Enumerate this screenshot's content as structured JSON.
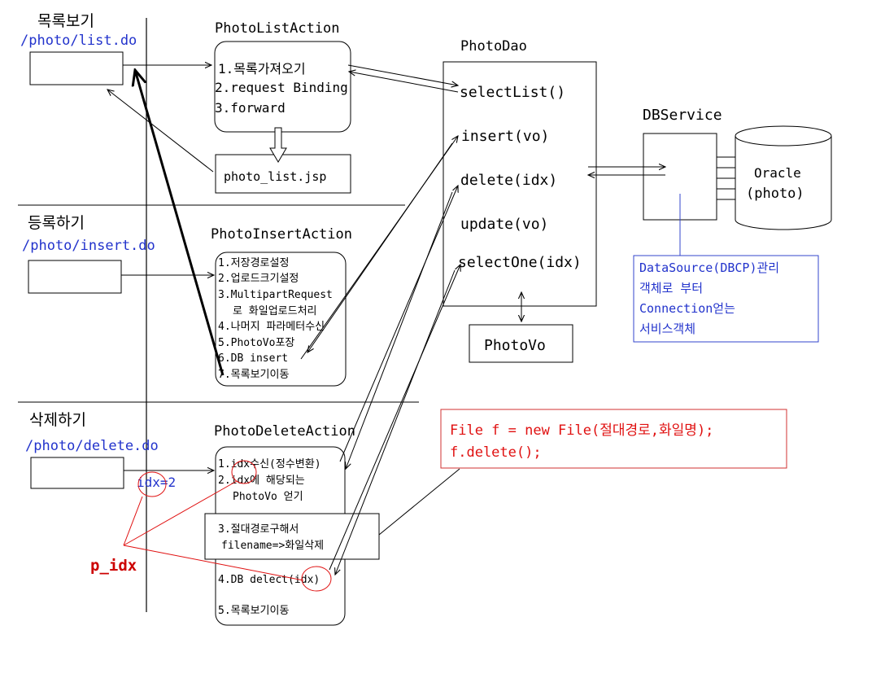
{
  "colors": {
    "ink": "#000000",
    "blue": "#2233cc",
    "red": "#e01010",
    "darkred": "#cc0000",
    "frame_red": "#d03030",
    "frame_blue": "#3344cc"
  },
  "sections": {
    "list": {
      "title": "목록보기",
      "url": "/photo/list.do"
    },
    "insert": {
      "title": "등록하기",
      "url": "/photo/insert.do"
    },
    "delete": {
      "title": "삭제하기",
      "url": "/photo/delete.do"
    }
  },
  "list_action": {
    "title": "PhotoListAction",
    "steps": [
      "1.목록가져오기",
      "2.request Binding",
      "3.forward"
    ],
    "jsp": "photo_list.jsp"
  },
  "insert_action": {
    "title": "PhotoInsertAction",
    "steps": [
      "1.저장경로설정",
      "2.업로드크기설정",
      "3.MultipartRequest",
      "로 화일업로드처리",
      "4.나머지 파라메터수신",
      "5.PhotoVo포장",
      "6.DB insert",
      "7.목록보기이동"
    ]
  },
  "delete_action": {
    "title": "PhotoDeleteAction",
    "steps": [
      "1.idx수신(정수변환)",
      "2.idx에 해당되는",
      "PhotoVo 얻기"
    ],
    "sub_steps": [
      "3.절대경로구해서",
      "filename=>화일삭제"
    ],
    "steps_after": [
      "4.DB delect(idx)",
      "5.목록보기이동"
    ],
    "param": "idx=2",
    "param_label": "p_idx"
  },
  "dao": {
    "title": "PhotoDao",
    "methods": [
      "selectList()",
      "insert(vo)",
      "delete(idx)",
      "update(vo)",
      "selectOne(idx)"
    ]
  },
  "vo": {
    "title": "PhotoVo"
  },
  "dbservice": {
    "title": "DBService"
  },
  "oracle": {
    "lines": [
      "Oracle",
      "(photo)"
    ]
  },
  "datasource_note": {
    "lines": [
      "DataSource(DBCP)관리",
      "객체로 부터",
      "Connection얻는",
      "서비스객체"
    ]
  },
  "code_note": {
    "lines": [
      "File f = new File(절대경로,화일명);",
      "f.delete();"
    ]
  }
}
